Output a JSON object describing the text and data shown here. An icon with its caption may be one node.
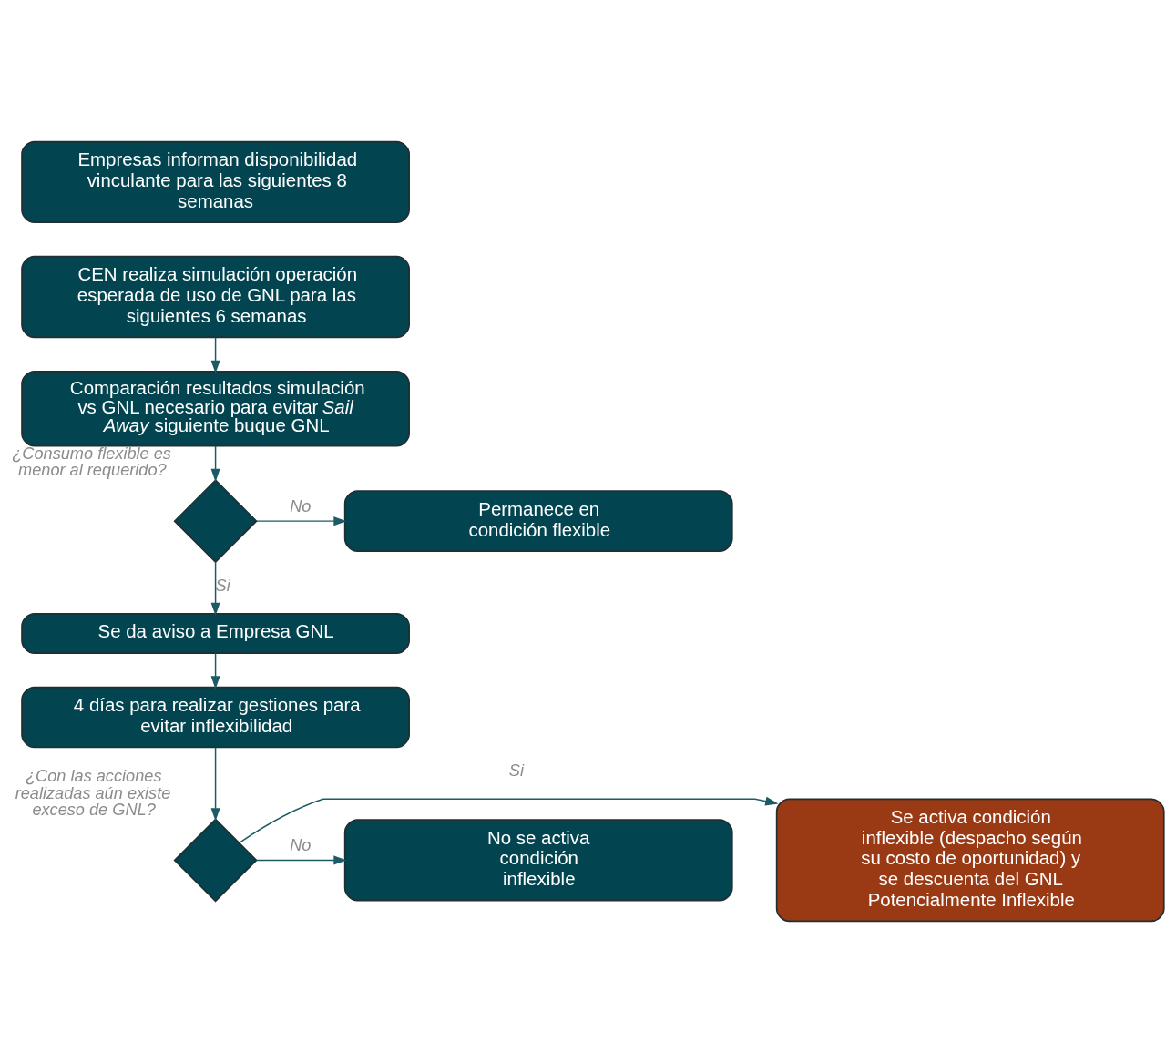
{
  "diagram": {
    "nodes": [
      {
        "text": [
          "Empresas informan disponibilidad vinculante para las siguientes 8 semanas"
        ]
      },
      {
        "text": [
          "CEN realiza simulación operación esperada de uso de GNL para las siguientes 6 semanas"
        ]
      },
      {
        "text": [
          "Comparación resultados simulación vs GNL necesario para evitar *Sail Away* siguiente buque GNL"
        ]
      },
      {
        "text": [],
        "shape": "diamond",
        "beside": [
          "¿Consumo flexible es menor al requerido?"
        ]
      },
      {
        "text": [
          "Permanece en condición flexible"
        ]
      },
      {
        "text": [
          "Se da aviso a Empresa GNL"
        ]
      },
      {
        "text": [
          "4 días para realizar gestiones para evitar inflexibilidad"
        ]
      },
      {
        "text": [],
        "shape": "diamond",
        "beside": [
          "¿Con las acciones realizadas aún existe exceso de GNL?"
        ]
      },
      {
        "text": [
          "Se activa condición inflexible (despacho según su costo de oportunidad) y se descuenta del GNL Potencialmente Inflexible"
        ]
      },
      {
        "text": [
          "No se activa condición inflexible"
        ]
      }
    ],
    "edges": [
      {
        "from": 1,
        "to": 2,
        "arrow": "to"
      },
      {
        "from": 2,
        "to": 3,
        "arrow": "to"
      },
      {
        "from": 3,
        "to": 4,
        "arrow": "to",
        "label": "No"
      },
      {
        "from": 3,
        "to": 5,
        "arrow": "to",
        "label": "Si"
      },
      {
        "from": 5,
        "to": 6,
        "arrow": "to"
      },
      {
        "from": 6,
        "to": 7,
        "arrow": "to"
      },
      {
        "from": 7,
        "to": 8,
        "arrow": "to",
        "label": "Si"
      },
      {
        "from": 7,
        "to": 9,
        "arrow": "to",
        "label": "No"
      }
    ]
  }
}
